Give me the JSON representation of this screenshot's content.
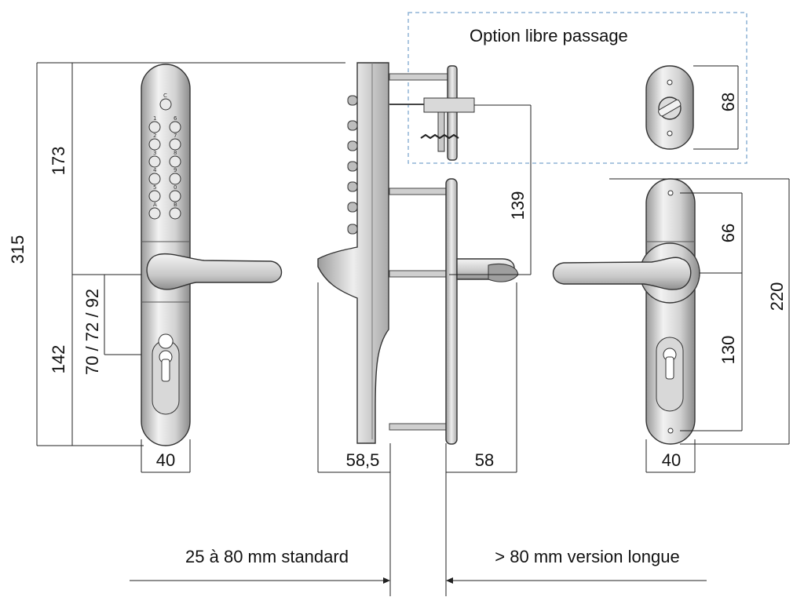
{
  "option_title": "Option libre passage",
  "dimensions": {
    "total_height": "315",
    "top_part": "173",
    "bottom_part": "142",
    "backset": "70 / 72 / 92",
    "left_plate_width": "40",
    "right_plate_width": "40",
    "door_left_projection": "58,5",
    "door_right_projection": "58",
    "cable_length": "139",
    "rosette_height": "68",
    "right_upper": "66",
    "right_lower": "130",
    "right_total": "220"
  },
  "thickness": {
    "standard": "25 à 80 mm standard",
    "long": "> 80 mm version longue"
  },
  "keypad": {
    "clear_key": "C",
    "left_column": [
      "1",
      "2",
      "3",
      "4",
      "5",
      "A"
    ],
    "right_column": [
      "6",
      "7",
      "8",
      "9",
      "0",
      "B"
    ]
  },
  "colors": {
    "metal_light": "#e6e6e6",
    "metal_mid": "#bdbdbd",
    "metal_dark": "#8a8a8a",
    "dashed_box": "#8fb4d6"
  }
}
